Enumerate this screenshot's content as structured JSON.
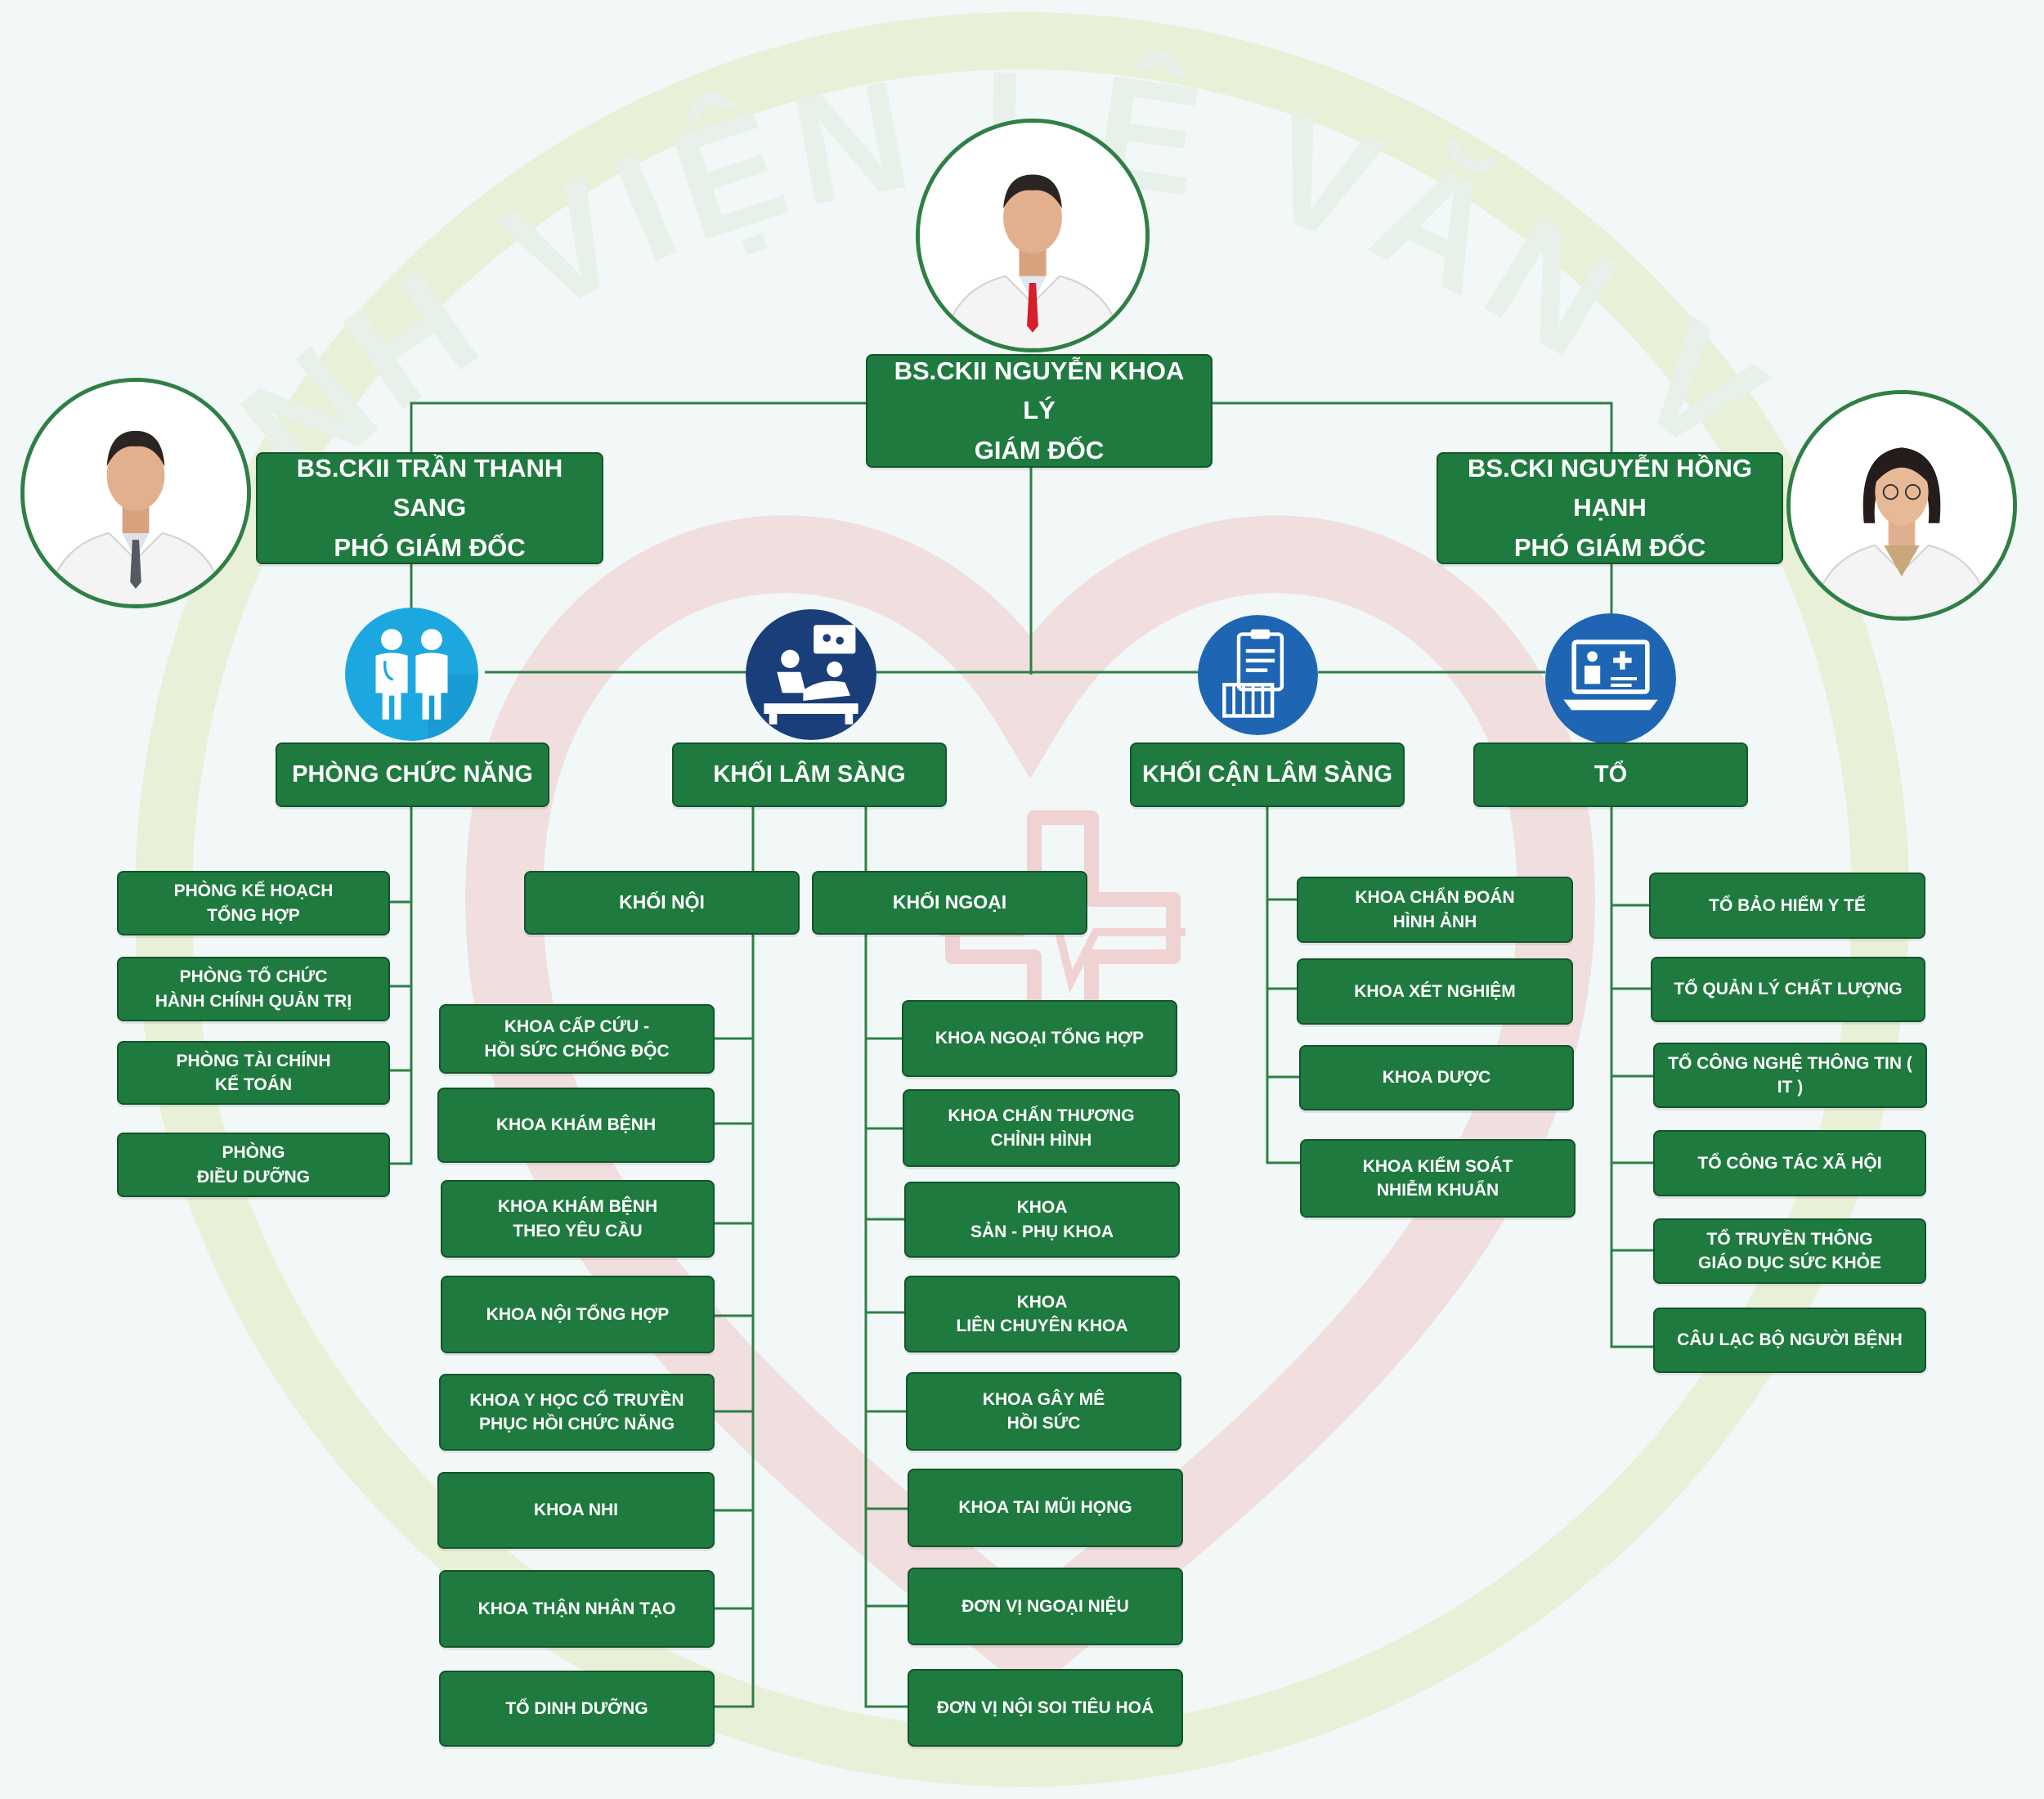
{
  "watermark": "BỆNH VIỆN LÊ VĂN VIỆT",
  "colors": {
    "box_fill": "#1f7a3f",
    "box_border": "#14542b",
    "line": "#2f7f46",
    "background": "#f1f8f7",
    "icon_blue": "#1da7e0",
    "icon_navy": "#1a3e7a"
  },
  "leaders": {
    "director": {
      "name": "BS.CKII NGUYỄN KHOA LÝ",
      "title": "GIÁM ĐỐC",
      "icon": "doctor-portrait"
    },
    "deputy_left": {
      "name": "BS.CKII TRẦN THANH SANG",
      "title": "PHÓ GIÁM ĐỐC",
      "icon": "doctor-portrait"
    },
    "deputy_right": {
      "name": "BS.CKI NGUYỄN HỒNG HẠNH",
      "title": "PHÓ GIÁM ĐỐC",
      "icon": "doctor-portrait"
    }
  },
  "categories": {
    "functional": {
      "label": "PHÒNG CHỨC NĂNG",
      "icon": "medical-staff-icon",
      "items": [
        "PHÒNG KẾ HOẠCH\nTỔNG HỢP",
        "PHÒNG TỔ CHỨC\nHÀNH CHÍNH QUẢN TRỊ",
        "PHÒNG TÀI CHÍNH\nKẾ TOÁN",
        "PHÒNG\nĐIỀU DƯỠNG"
      ]
    },
    "clinical": {
      "label": "KHỐI LÂM SÀNG",
      "icon": "patient-care-icon",
      "internal": {
        "label": "KHỐI NỘI",
        "items": [
          "KHOA CẤP CỨU -\nHỒI SỨC CHỐNG ĐỘC",
          "KHOA KHÁM BỆNH",
          "KHOA KHÁM BỆNH\nTHEO YÊU CẦU",
          "KHOA NỘI TỔNG HỢP",
          "KHOA Y HỌC CỔ TRUYỀN\nPHỤC HỒI CHỨC NĂNG",
          "KHOA NHI",
          "KHOA THẬN NHÂN TẠO",
          "TỔ DINH DƯỠNG"
        ]
      },
      "surgical": {
        "label": "KHỐI NGOẠI",
        "items": [
          "KHOA NGOẠI TỔNG HỢP",
          "KHOA CHẤN THƯƠNG\nCHỈNH HÌNH",
          "KHOA\nSẢN - PHỤ KHOA",
          "KHOA\nLIÊN CHUYÊN KHOA",
          "KHOA GÂY MÊ\nHỒI SỨC",
          "KHOA TAI MŨI HỌNG",
          "ĐƠN VỊ NGOẠI NIỆU",
          "ĐƠN VỊ NỘI SOI TIÊU HOÁ"
        ]
      }
    },
    "paraclinical": {
      "label": "KHỐI CẬN LÂM SÀNG",
      "icon": "lab-clipboard-icon",
      "items": [
        "KHOA CHẨN ĐOÁN\nHÌNH ẢNH",
        "KHOA XÉT NGHIỆM",
        "KHOA DƯỢC",
        "KHOA KIỂM SOÁT\nNHIỄM KHUẨN"
      ]
    },
    "teams": {
      "label": "TỔ",
      "icon": "medical-laptop-icon",
      "items": [
        "TỔ BẢO HIỂM Y TẾ",
        "TỔ QUẢN LÝ CHẤT LƯỢNG",
        "TỔ CÔNG NGHỆ THÔNG TIN ( IT )",
        "TỔ CÔNG TÁC XÃ HỘI",
        "TỔ TRUYỀN THÔNG\nGIÁO DỤC SỨC KHỎE",
        "CÂU LẠC BỘ NGƯỜI BỆNH"
      ]
    }
  }
}
